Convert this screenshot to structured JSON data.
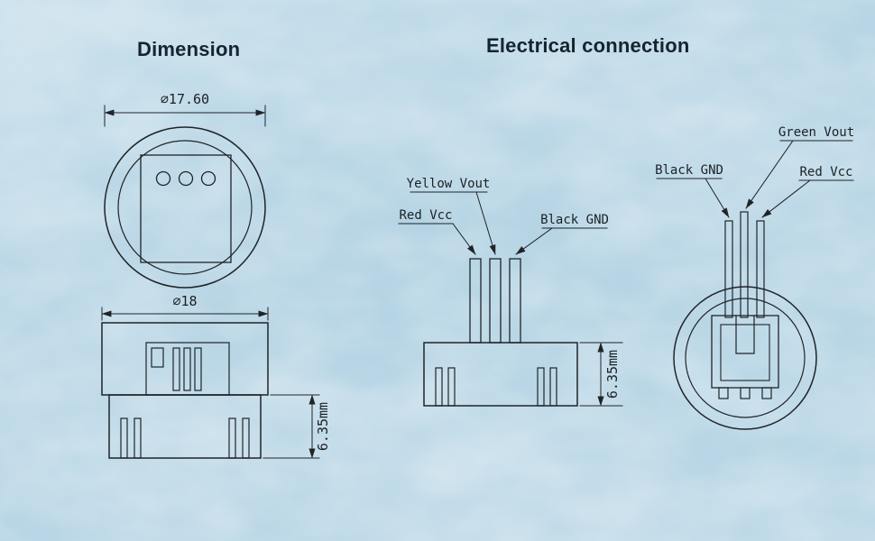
{
  "headings": {
    "left": "Dimension",
    "right": "Electrical connection"
  },
  "dimension_view": {
    "top": {
      "diameter_label": "⌀17.60"
    },
    "side": {
      "diameter_label": "⌀18",
      "height_label": "6.35mm"
    }
  },
  "electrical_view": {
    "side": {
      "yellow_vout_label": "Yellow Vout",
      "red_vcc_label": "Red Vcc",
      "black_gnd_label": "Black GND",
      "height_label": "6.35mm"
    },
    "top": {
      "green_vout_label": "Green Vout",
      "black_gnd_label": "Black GND",
      "red_vcc_label": "Red Vcc"
    }
  },
  "colors": {
    "background": "#b7d5e5",
    "line": "#1f2428",
    "heading_text": "#142530"
  }
}
